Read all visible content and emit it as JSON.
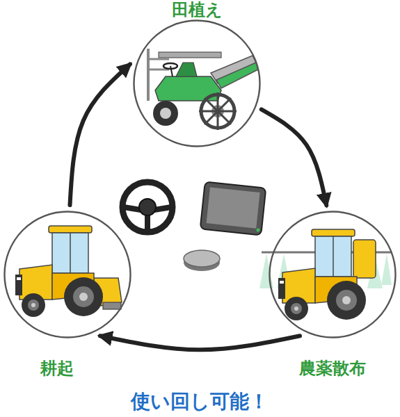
{
  "diagram": {
    "nodes": [
      {
        "text": [
          "田植え"
        ]
      },
      {
        "text": [
          "耕起"
        ]
      },
      {
        "text": [
          "農薬散布"
        ]
      }
    ],
    "edges": [
      {
        "from": 0,
        "to": 2,
        "arrow": "to"
      },
      {
        "from": 2,
        "to": 1,
        "arrow": "to"
      },
      {
        "from": 1,
        "to": 0,
        "arrow": "to"
      }
    ],
    "labels": [
      "使い回し可能！"
    ]
  }
}
